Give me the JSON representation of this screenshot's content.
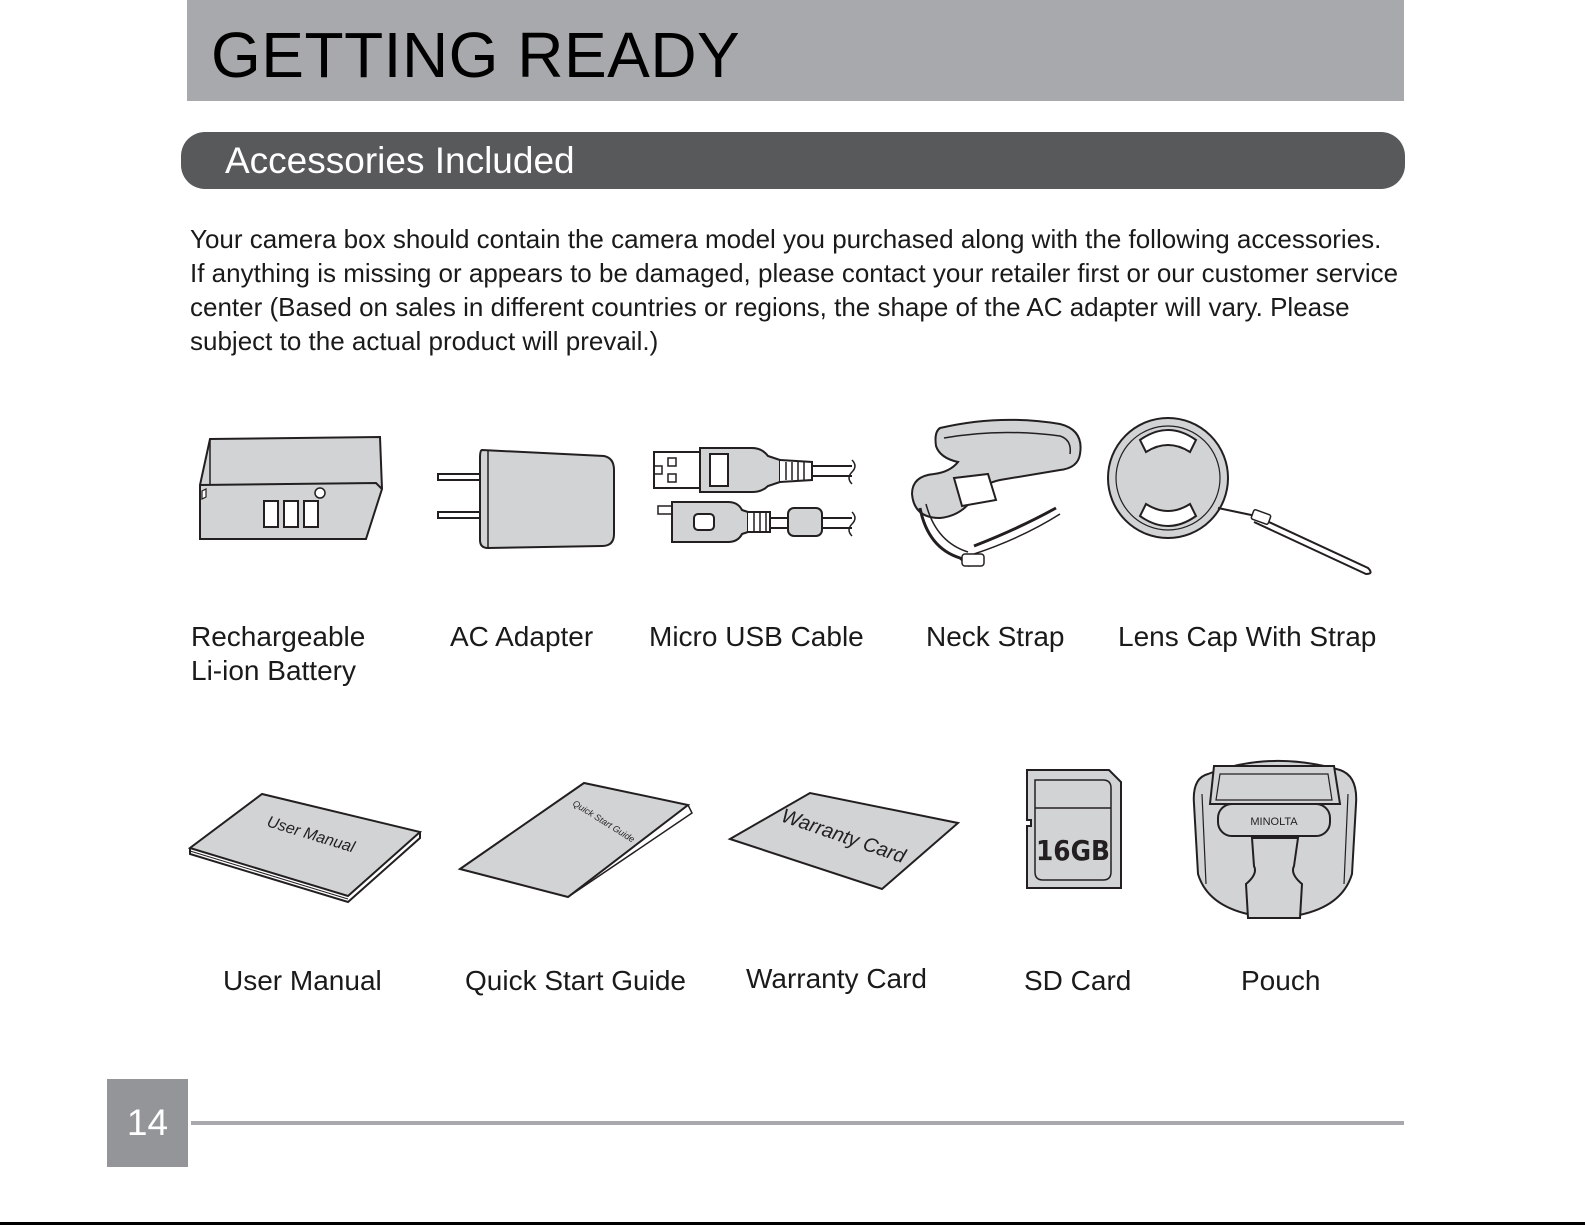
{
  "header": {
    "title": "GETTING READY"
  },
  "section": {
    "title": "Accessories Included"
  },
  "intro": {
    "text": "Your camera box should contain the camera model you purchased along with the following accessories. If anything is missing or appears to be damaged, please contact your retailer first or our customer service center (Based on sales in different countries or regions, the shape of the AC adapter will vary. Please subject to the actual product will prevail.)"
  },
  "row1": [
    {
      "line1": "Rechargeable",
      "line2": "Li-ion Battery",
      "icon": "battery-icon"
    },
    {
      "line1": "AC Adapter",
      "icon": "ac-adapter-icon"
    },
    {
      "line1": "Micro USB Cable",
      "icon": "usb-cable-icon"
    },
    {
      "line1": "Neck Strap",
      "icon": "neck-strap-icon"
    },
    {
      "line1": "Lens Cap With Strap",
      "icon": "lens-cap-icon"
    }
  ],
  "row2": [
    {
      "line1": "User Manual",
      "icon": "user-manual-icon",
      "cover_text": "User Manual"
    },
    {
      "line1": "Quick Start Guide",
      "icon": "quick-start-guide-icon",
      "cover_text": "Quick Start Guide"
    },
    {
      "line1": "Warranty Card",
      "icon": "warranty-card-icon",
      "cover_text": "Warranty Card"
    },
    {
      "line1": "SD Card",
      "icon": "sd-card-icon",
      "cover_text": "16GB"
    },
    {
      "line1": "Pouch",
      "icon": "pouch-icon",
      "cover_text": "MINOLTA"
    }
  ],
  "footer": {
    "page_number": "14"
  },
  "colors": {
    "title_bar": "#a7a9ac",
    "section_bar": "#58595b",
    "page_tab": "#939598",
    "illustration_fill": "#d1d3d4"
  }
}
